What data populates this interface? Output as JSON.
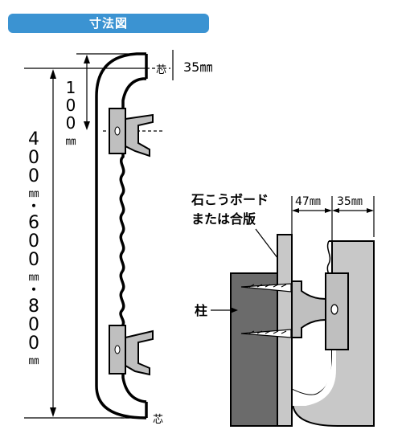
{
  "header": {
    "title": "寸法図"
  },
  "labels": {
    "center_mark": "芯",
    "offset_35": "35㎜",
    "top_spacing": [
      "1",
      "0",
      "0",
      "㎜"
    ],
    "length_vertical": [
      "4",
      "0",
      "0",
      "㎜",
      "・",
      "6",
      "0",
      "0",
      "㎜",
      "・",
      "8",
      "0",
      "0",
      "㎜"
    ],
    "board": "石こうボード",
    "board_or_plywood": "または合版",
    "dim_47": "47㎜",
    "dim_35": "35㎜",
    "pillar": "柱"
  },
  "colors": {
    "header_bg": "#3b93d2",
    "bracket_gray": "#bfbfbf",
    "pillar_gray": "#6b6b6b",
    "board_gray": "#c8c8c8"
  }
}
